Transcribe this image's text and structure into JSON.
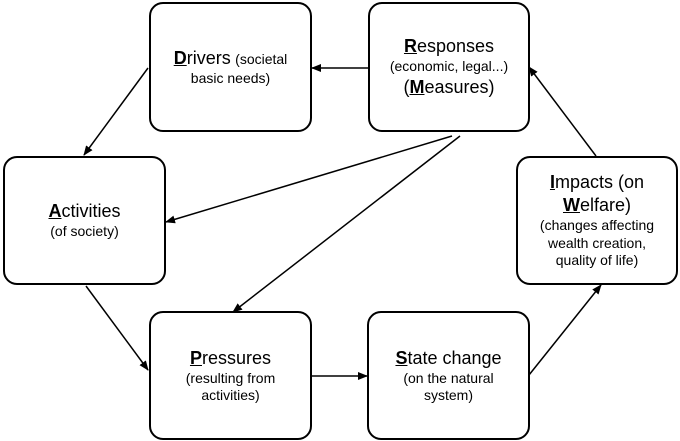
{
  "nodes": {
    "drivers": {
      "initial": "D",
      "rest": "rivers",
      "note_a": "(societal",
      "note_b": "basic needs)"
    },
    "responses": {
      "initial": "R",
      "rest": "esponses",
      "note": "(economic, legal...)",
      "alt_open": "(",
      "alt_initial": "M",
      "alt_rest": "easures)"
    },
    "activities": {
      "initial": "A",
      "rest": "ctivities",
      "note": "(of society)"
    },
    "impacts": {
      "initial": "I",
      "rest": "mpacts (on",
      "alt_initial": "W",
      "alt_rest": "elfare)",
      "note_a": "(changes affecting",
      "note_b": "wealth creation,",
      "note_c": "quality of life)"
    },
    "pressures": {
      "initial": "P",
      "rest": "ressures",
      "note_a": "(resulting from",
      "note_b": "activities)"
    },
    "state": {
      "initial": "S",
      "rest": "tate change",
      "note_a": "(on the natural",
      "note_b": "system)"
    }
  },
  "edges": [
    {
      "from": "responses",
      "to": "drivers"
    },
    {
      "from": "drivers",
      "to": "activities"
    },
    {
      "from": "responses",
      "to": "activities"
    },
    {
      "from": "responses",
      "to": "pressures"
    },
    {
      "from": "activities",
      "to": "pressures"
    },
    {
      "from": "pressures",
      "to": "state"
    },
    {
      "from": "state",
      "to": "impacts"
    },
    {
      "from": "impacts",
      "to": "responses"
    }
  ]
}
